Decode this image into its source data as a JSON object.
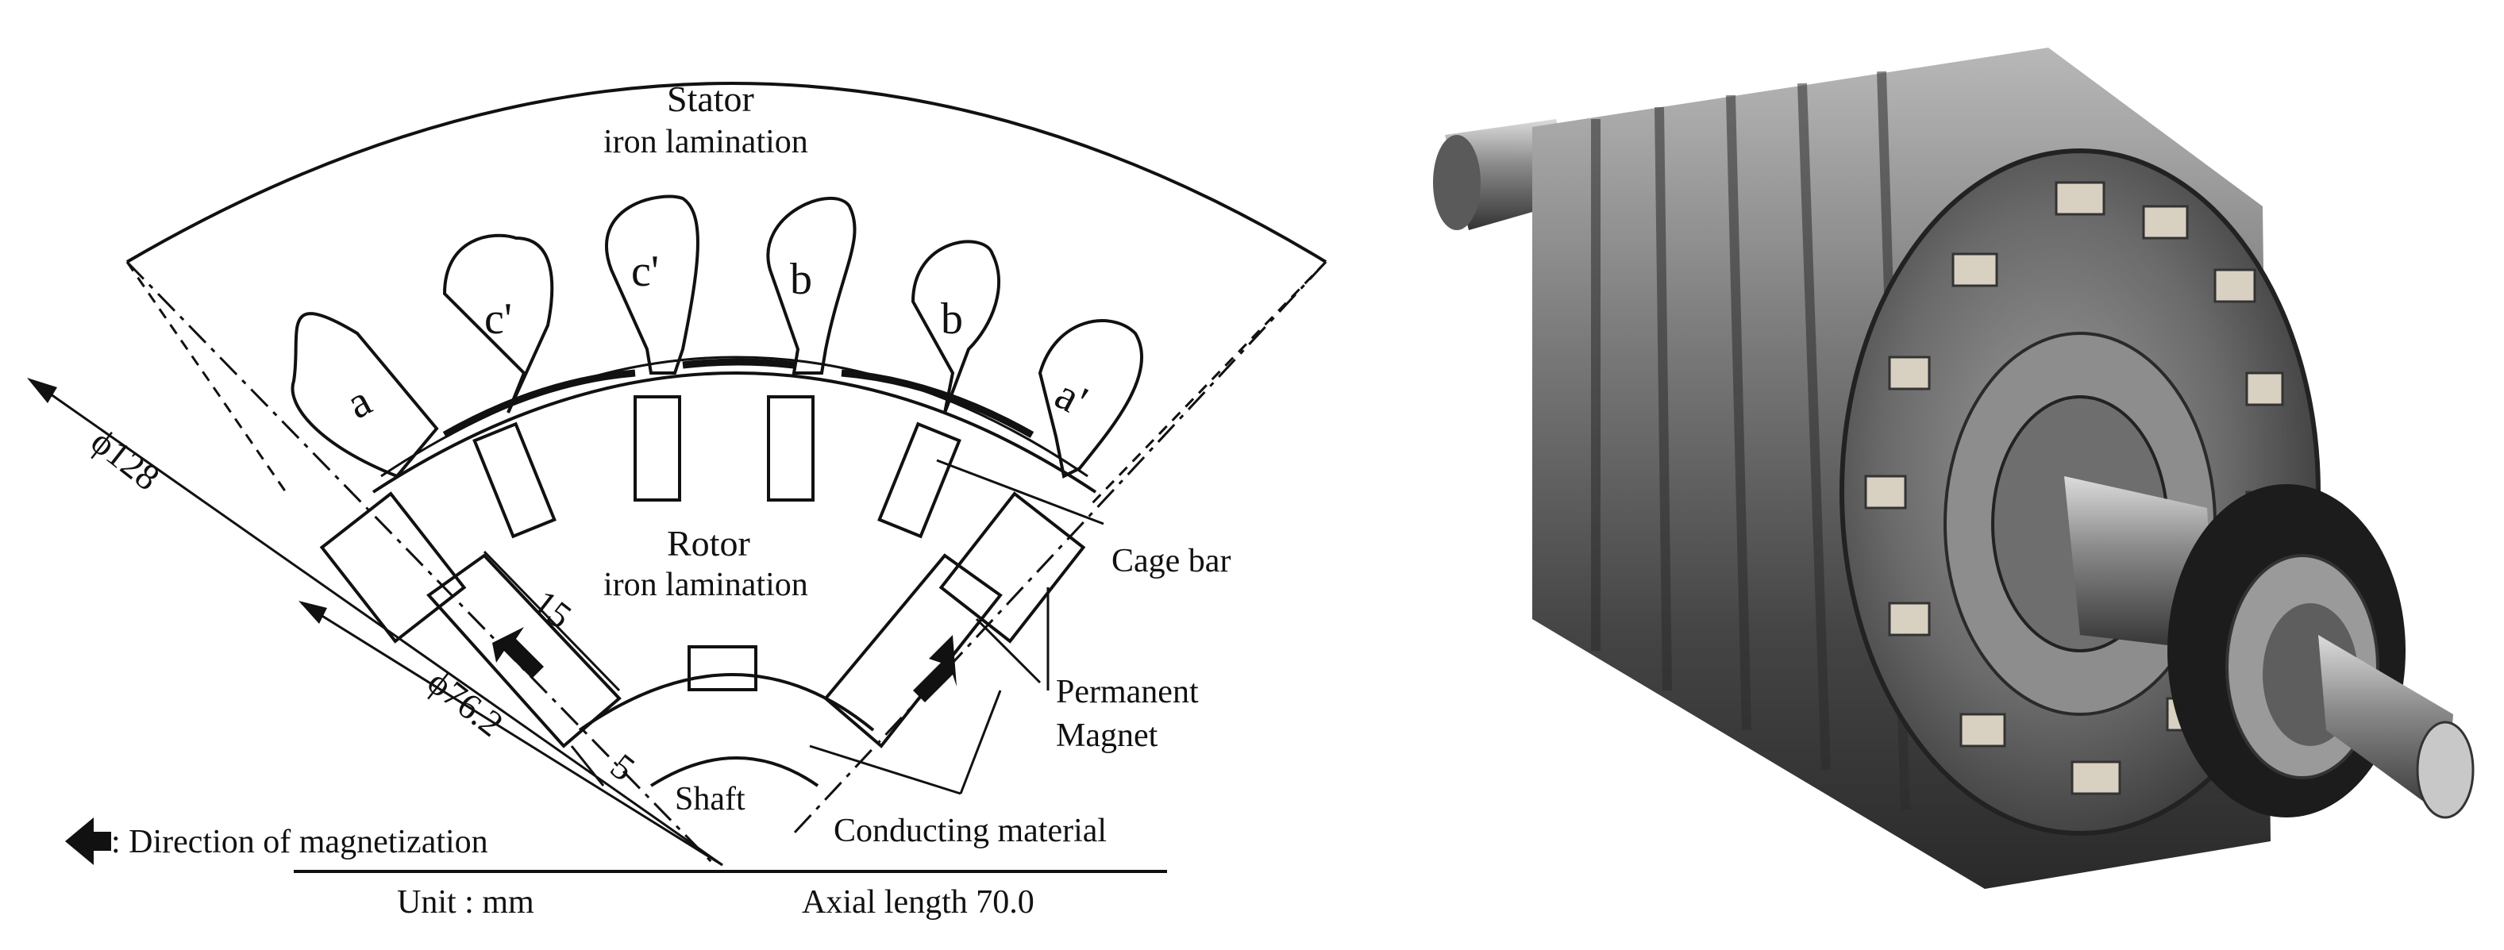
{
  "labels": {
    "stator_title": "Stator",
    "stator_sub": "iron lamination",
    "rotor_title": "Rotor",
    "rotor_sub": "iron lamination",
    "shaft": "Shaft",
    "cage_bar": "Cage bar",
    "permanent_magnet_line1": "Permanent",
    "permanent_magnet_line2": "Magnet",
    "conducting_material": "Conducting material",
    "direction_legend": ": Direction of magnetization",
    "unit": "Unit : mm",
    "axial_length": "Axial length 70.0",
    "dim_outer": "ϕ128",
    "dim_inner": "ϕ76.2",
    "dim_magnet_length": "15",
    "dim_magnet_width": "5"
  },
  "slots": [
    "a",
    "c'",
    "c'",
    "b",
    "b",
    "a'"
  ]
}
